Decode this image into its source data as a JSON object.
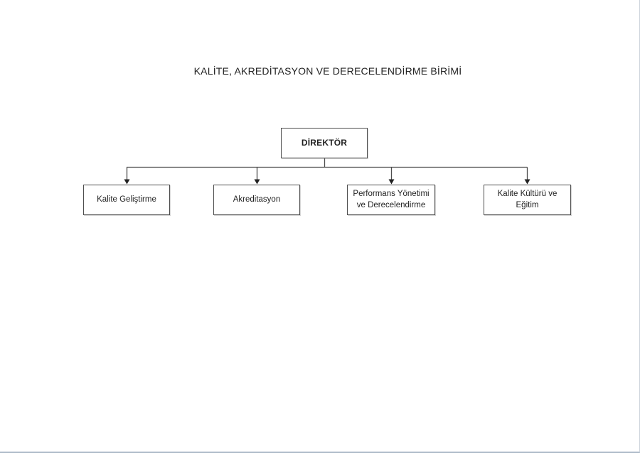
{
  "page": {
    "title": "KALİTE, AKREDİTASYON VE DERECELENDİRME BİRİMİ"
  },
  "org_chart": {
    "root": {
      "label": "DİREKTÖR"
    },
    "children": [
      {
        "label": "Kalite Geliştirme"
      },
      {
        "label": "Akreditasyon"
      },
      {
        "label": "Performans Yönetimi ve Derecelendirme"
      },
      {
        "label": "Kalite Kültürü ve Eğitim"
      }
    ]
  },
  "colors": {
    "connector_line": "#4d4d4d",
    "arrowhead": "#222222",
    "box_border": "#4d4d4d",
    "text": "#1f1f1f",
    "page_edge": "#aebbc9"
  }
}
